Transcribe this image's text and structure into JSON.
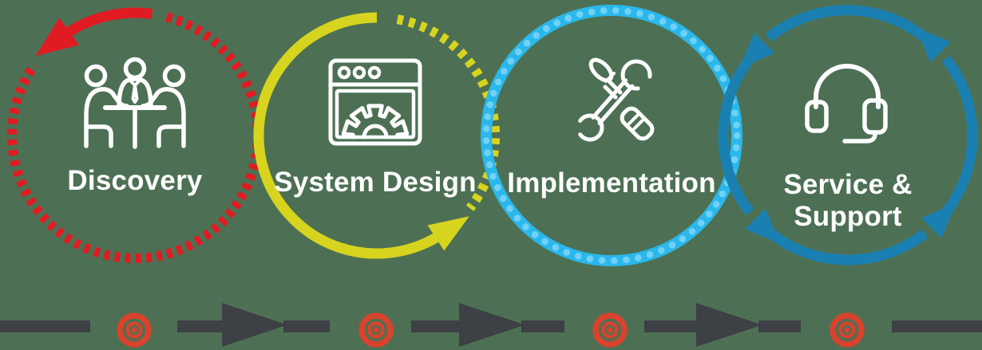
{
  "diagram": {
    "steps": [
      {
        "label": "Discovery",
        "color": "#e11b22",
        "icon": "meeting-icon",
        "ring_style": "dotted ring with solid counterclockwise arrow at top"
      },
      {
        "label": "System Design",
        "color": "#d7d41f",
        "icon": "browser-gear-icon",
        "ring_style": "solid counterclockwise arc with arrowhead, dotted on right side"
      },
      {
        "label": "Implementation",
        "color": "#2ab8ec",
        "icon": "tools-icon",
        "ring_style": "solid ring with light dots",
        "dot_color": "#72d1f6"
      },
      {
        "label": "Service &\nSupport",
        "color": "#1a80b2",
        "icon": "headset-icon",
        "ring_style": "ring of four counterclockwise arrows"
      }
    ],
    "timeline": {
      "bar_color": "#3d4044",
      "milestone_color": "#d7432d",
      "milestone_count": 4,
      "arrow_count": 3
    }
  },
  "colors": {
    "background": "#4d7054",
    "icon_stroke": "#ffffff",
    "label_text": "#ffffff"
  }
}
